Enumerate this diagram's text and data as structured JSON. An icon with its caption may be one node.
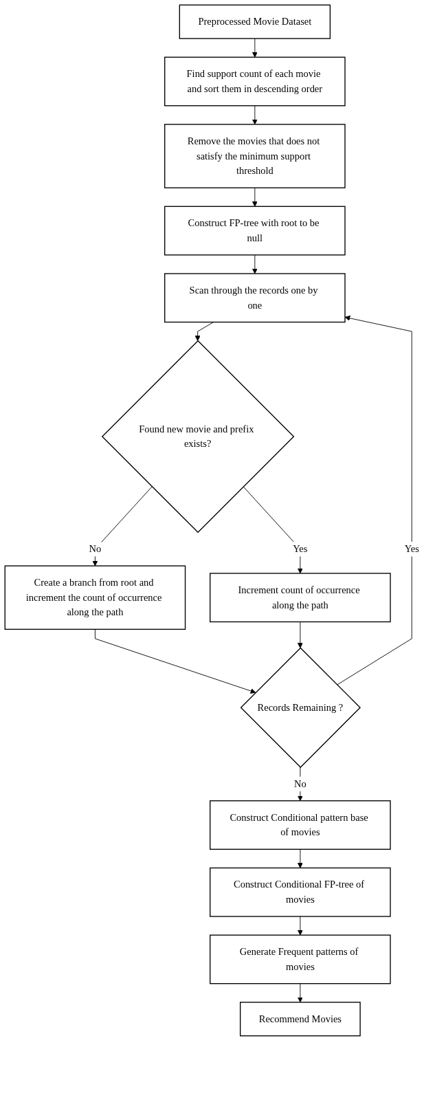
{
  "diagram": {
    "nodes": [
      {
        "text": [
          "Preprocessed Movie Dataset"
        ]
      },
      {
        "text": [
          "Find support count of each movie and sort them in descending order"
        ]
      },
      {
        "text": [
          "Remove the movies that does not satisfy the minimum support threshold"
        ]
      },
      {
        "text": [
          "Construct FP-tree with root to be null"
        ]
      },
      {
        "text": [
          "Scan through the records one by one"
        ]
      },
      {
        "text": [
          "Found new movie and prefix exists?"
        ]
      },
      {
        "text": [
          "Create a branch from root and increment the count of occurrence along the path"
        ]
      },
      {
        "text": [
          "Increment count of occurrence along the path"
        ]
      },
      {
        "text": [
          "Records Remaining ?"
        ]
      },
      {
        "text": [
          "Construct Conditional pattern base of movies"
        ]
      },
      {
        "text": [
          "Construct Conditional FP-tree of movies"
        ]
      },
      {
        "text": [
          "Generate Frequent patterns of movies"
        ]
      },
      {
        "text": [
          "Recommend Movies"
        ]
      }
    ],
    "edges": [
      {
        "from": 0,
        "to": 1,
        "arrow": "to"
      },
      {
        "from": 1,
        "to": 2,
        "arrow": "to"
      },
      {
        "from": 2,
        "to": 3,
        "arrow": "to"
      },
      {
        "from": 3,
        "to": 4,
        "arrow": "to"
      },
      {
        "from": 4,
        "to": 5,
        "arrow": "to"
      },
      {
        "from": 5,
        "to": 6,
        "arrow": "to",
        "label": "No"
      },
      {
        "from": 5,
        "to": 7,
        "arrow": "to",
        "label": "Yes"
      },
      {
        "from": 6,
        "to": 8,
        "arrow": "to"
      },
      {
        "from": 7,
        "to": 8,
        "arrow": "to"
      },
      {
        "from": 8,
        "to": 4,
        "arrow": "to",
        "label": "Yes"
      },
      {
        "from": 8,
        "to": 9,
        "arrow": "to",
        "label": "No"
      },
      {
        "from": 9,
        "to": 10,
        "arrow": "to"
      },
      {
        "from": 10,
        "to": 11,
        "arrow": "to"
      },
      {
        "from": 11,
        "to": 12,
        "arrow": "to"
      }
    ]
  }
}
